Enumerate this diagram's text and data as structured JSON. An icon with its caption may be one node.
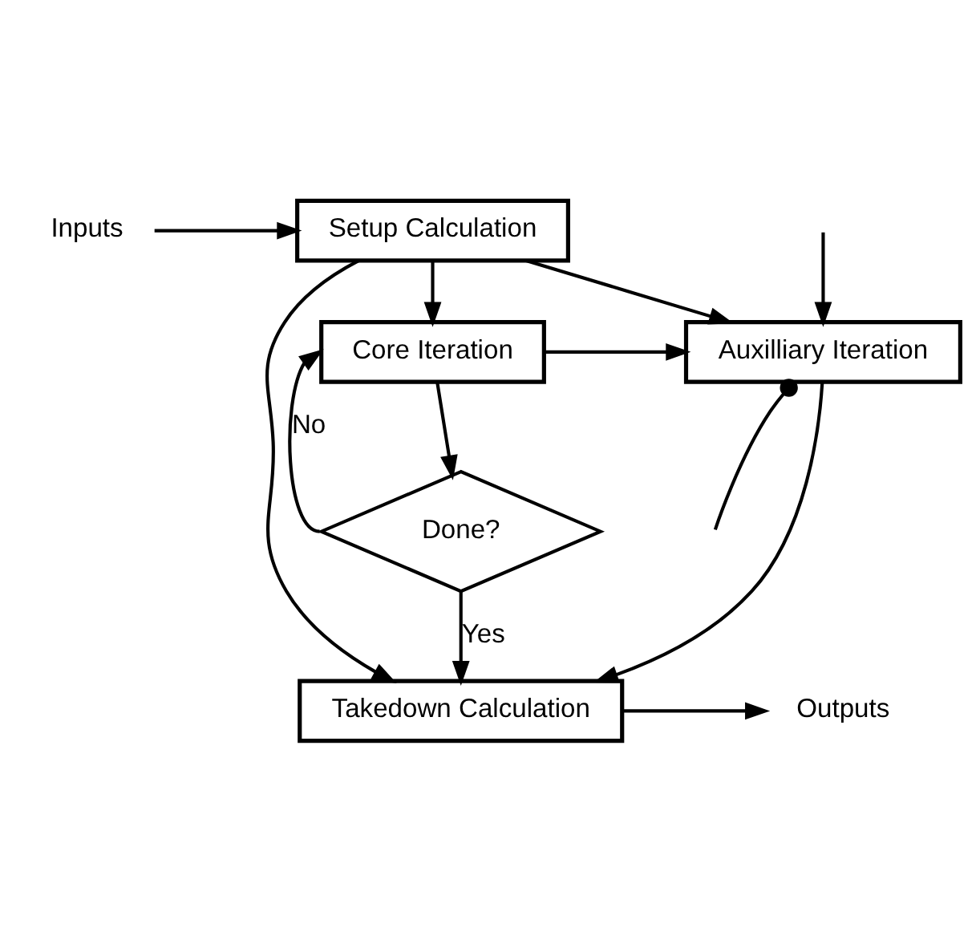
{
  "diagram": {
    "nodes": [
      {
        "text": [
          "Inputs"
        ]
      },
      {
        "text": [
          "Setup Calculation"
        ]
      },
      {
        "text": [
          "Core Iteration"
        ]
      },
      {
        "text": [
          "Auxilliary Iteration"
        ]
      },
      {
        "text": [
          "Done?"
        ]
      },
      {
        "text": [
          "Takedown Calculation"
        ]
      },
      {
        "text": [
          "Outputs"
        ]
      }
    ],
    "edges": [
      {
        "from": 0,
        "to": 1,
        "arrow": "to"
      },
      {
        "from": 1,
        "to": 2,
        "arrow": "to"
      },
      {
        "from": 1,
        "to": 3,
        "arrow": "to"
      },
      {
        "from": 1,
        "to": 5,
        "arrow": "to"
      },
      {
        "from": 2,
        "to": 3,
        "arrow": "to"
      },
      {
        "from": 2,
        "to": 4,
        "arrow": "to"
      },
      {
        "from": 4,
        "to": 2,
        "arrow": "to",
        "label": "No"
      },
      {
        "from": 4,
        "to": 5,
        "arrow": "to",
        "label": "Yes"
      },
      {
        "from": 3,
        "to": 5,
        "arrow": "to"
      },
      {
        "from": 3,
        "to": null,
        "arrow": "other"
      },
      {
        "from": null,
        "to": 3,
        "arrow": "to"
      },
      {
        "from": 5,
        "to": 6,
        "arrow": "to"
      }
    ]
  }
}
